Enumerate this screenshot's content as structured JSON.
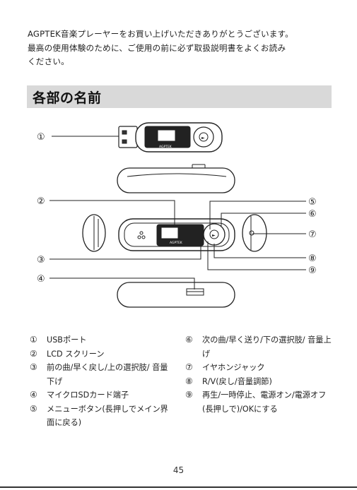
{
  "intro": {
    "line1": "AGPTEK音楽プレーヤーをお買い上げいただきありがとうございます。",
    "line2": "最高の使用体験のために、ご使用の前に必ず取扱説明書をよくお読み",
    "line3": "ください。"
  },
  "section": {
    "title": "各部の名前"
  },
  "diagram": {
    "callouts": [
      "①",
      "②",
      "③",
      "④",
      "⑤",
      "⑥",
      "⑦",
      "⑧",
      "⑨"
    ],
    "brand_top": "AGPTEK",
    "brand_front": "AGPTEK"
  },
  "parts_left": [
    {
      "num": "①",
      "text": "USBポート"
    },
    {
      "num": "②",
      "text": "LCD スクリーン"
    },
    {
      "num": "③",
      "text": "前の曲/早く戻し/上の選択肢/ 音量下げ"
    },
    {
      "num": "④",
      "text": "マイクロSDカード端子"
    },
    {
      "num": "⑤",
      "text": "メニューボタン(長押しでメイン界面に戻る)"
    }
  ],
  "parts_right": [
    {
      "num": "⑥",
      "text": "次の曲/早く送り/下の選択肢/ 音量上げ"
    },
    {
      "num": "⑦",
      "text": "イヤホンジャック"
    },
    {
      "num": "⑧",
      "text": "R/V(戻し/音量調節)"
    },
    {
      "num": "⑨",
      "text": "再生/一時停止、電源オン/電源オフ(長押しで)/OKにする"
    }
  ],
  "page": {
    "number": "45"
  }
}
